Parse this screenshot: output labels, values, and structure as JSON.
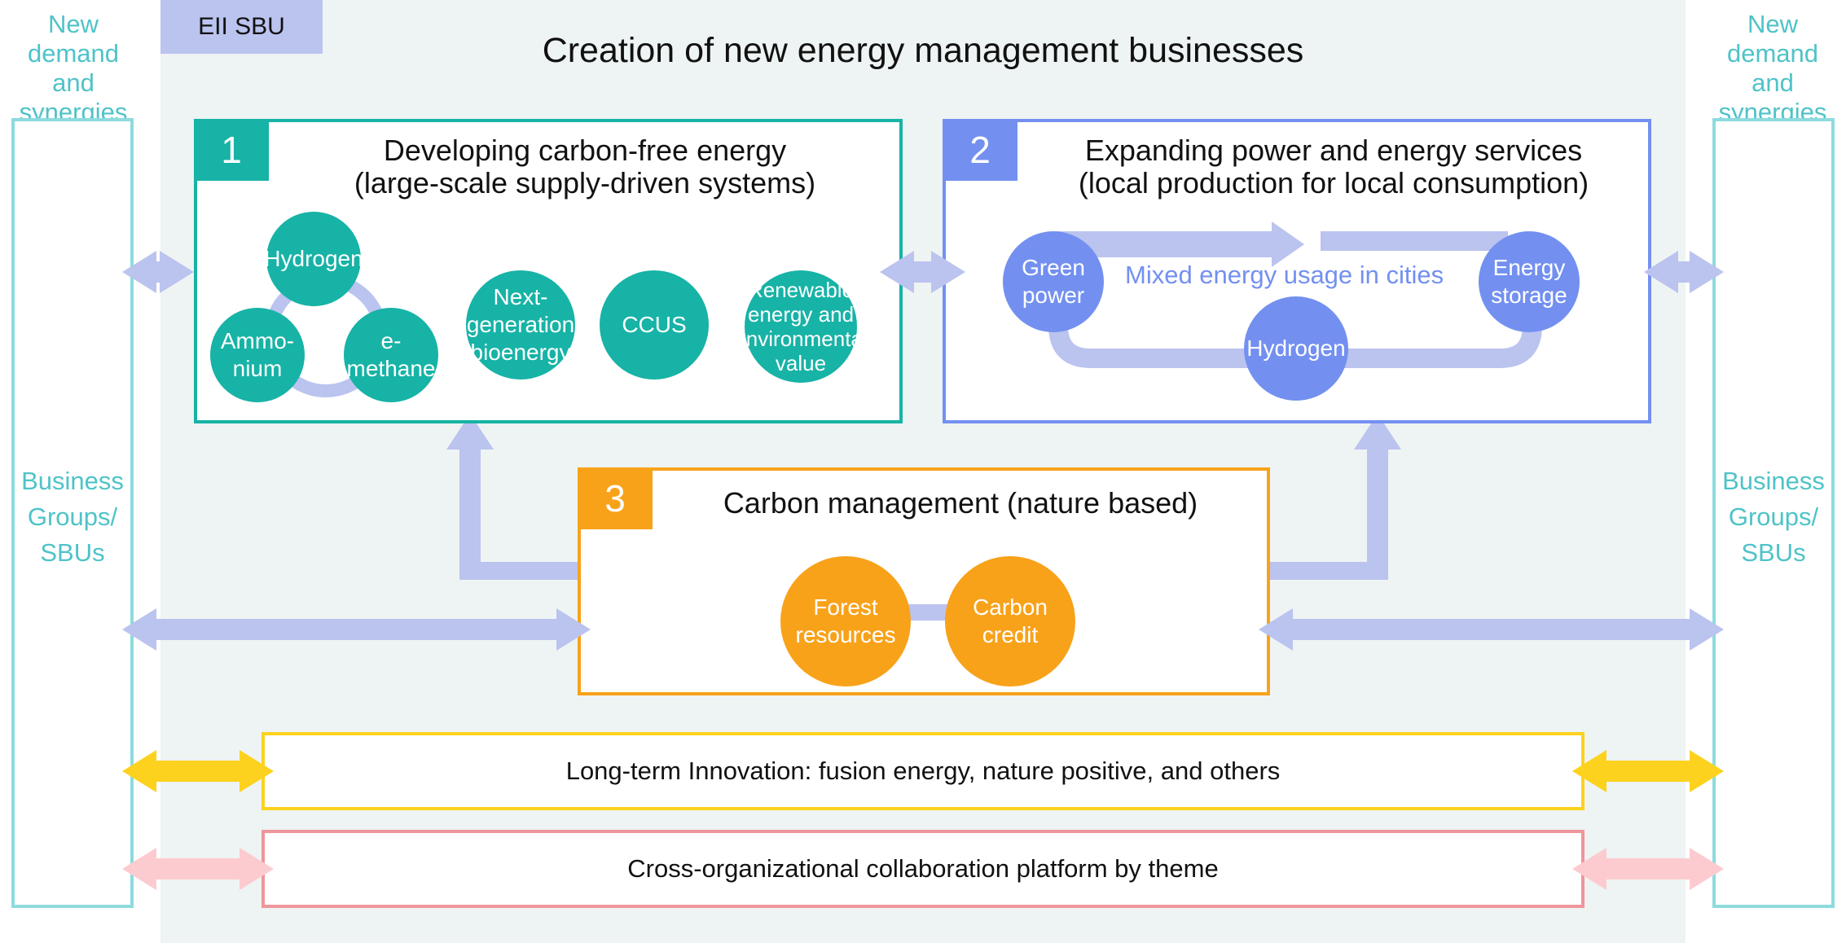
{
  "header": {
    "tab_label": "EII SBU",
    "title": "Creation of new energy management businesses"
  },
  "sides": {
    "left_heading": [
      "New demand",
      "and",
      "synergies"
    ],
    "right_heading": [
      "New demand",
      "and",
      "synergies"
    ],
    "left_box_label": [
      "Business",
      "Groups/",
      "SBUs"
    ],
    "right_box_label": [
      "Business",
      "Groups/",
      "SBUs"
    ]
  },
  "boxes": {
    "box1": {
      "number": "1",
      "title_line1": "Developing carbon-free energy",
      "title_line2": "(large-scale supply-driven systems)",
      "items": [
        "Hydrogen",
        "Ammo-\nnium",
        "e-\nmethane",
        "Next-\ngeneration\nbioenergy",
        "CCUS",
        "Renewable\nenergy and\nenvironmental\nvalue"
      ]
    },
    "box2": {
      "number": "2",
      "title_line1": "Expanding power and energy services",
      "title_line2": "(local production for local consumption)",
      "items": [
        "Green\npower",
        "Energy\nstorage",
        "Hydrogen"
      ],
      "caption": "Mixed energy usage in cities"
    },
    "box3": {
      "number": "3",
      "title": "Carbon management (nature based)",
      "items": [
        "Forest\nresources",
        "Carbon\ncredit"
      ]
    }
  },
  "bars": {
    "long_term": "Long-term Innovation: fusion energy, nature positive, and others",
    "cross_org": "Cross-organizational collaboration platform by theme"
  },
  "colors": {
    "teal": "#17b3a6",
    "blue": "#7390f0",
    "orange": "#f8a21a",
    "yellow": "#fcd21e",
    "pink": "#ee969b",
    "arrow_lavender": "#bbc3ef",
    "side_cyan": "#8ddbde"
  }
}
